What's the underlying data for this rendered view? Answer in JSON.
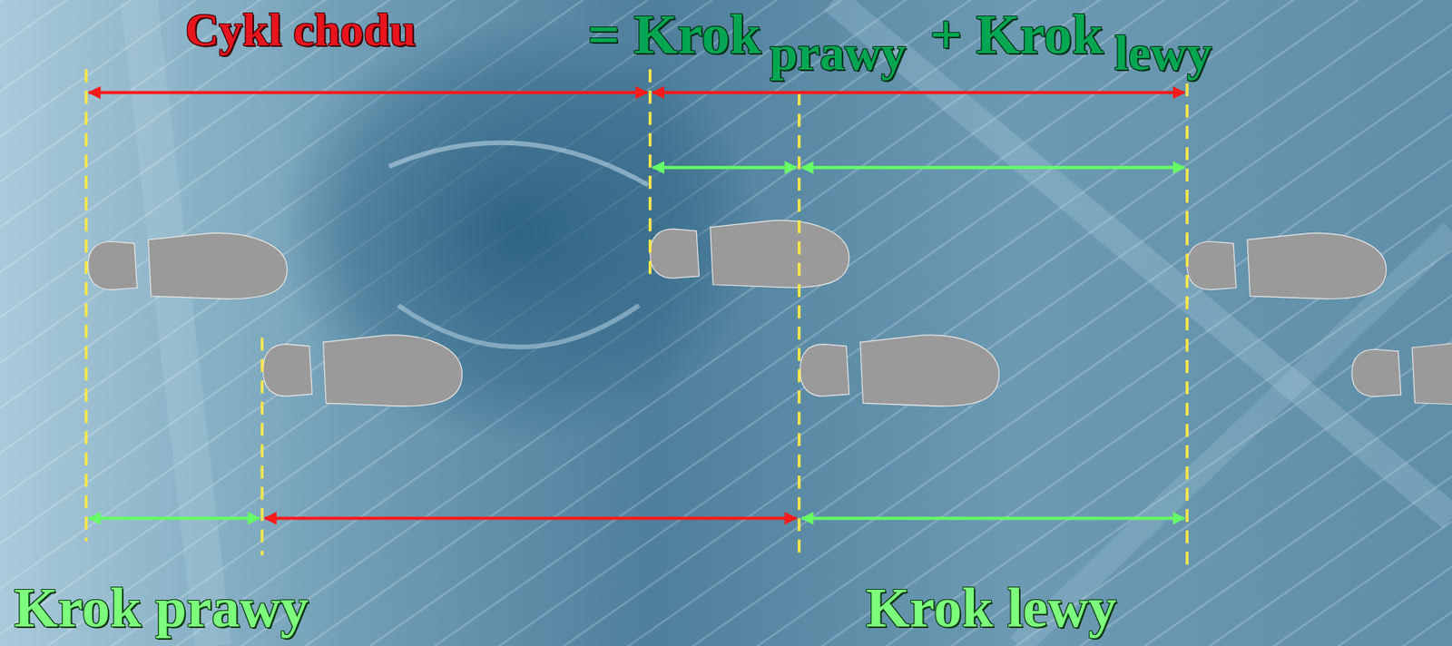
{
  "diagram": {
    "title": "Cykl chodu",
    "labels": [
      "= Krok",
      "prawy",
      "+ Krok",
      "lewy",
      "Krok prawy",
      "Krok lewy"
    ]
  }
}
